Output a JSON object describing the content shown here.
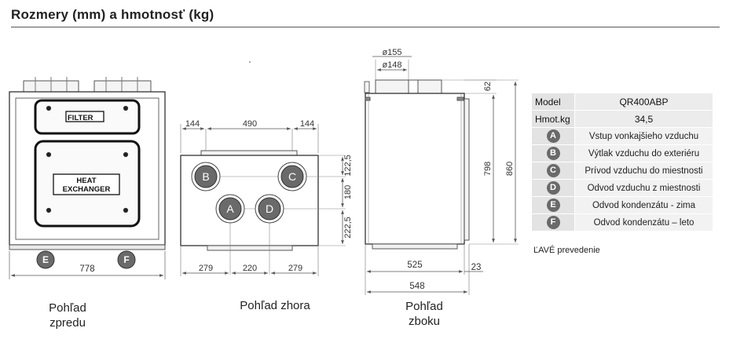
{
  "title": "Rozmery (mm) a hmotnosť  (kg)",
  "views": {
    "front": {
      "caption_line1": "Pohľad",
      "caption_line2": "zpredu",
      "filter_label": "FILTER",
      "hx_line1": "HEAT",
      "hx_line2": "EXCHANGER",
      "port_left": "E",
      "port_right": "F",
      "width_dim": "778"
    },
    "top": {
      "caption": "Pohľad zhora",
      "dim_top": [
        "144",
        "490",
        "144"
      ],
      "dim_bottom": [
        "279",
        "220",
        "279"
      ],
      "dim_right": [
        "122,5",
        "180",
        "222,5"
      ],
      "ports": [
        "B",
        "C",
        "A",
        "D"
      ]
    },
    "side": {
      "caption_line1": "Pohľad",
      "caption_line2": "zboku",
      "dia_outer": "ø155",
      "dia_inner": "ø148",
      "dim_62": "62",
      "dim_798": "798",
      "dim_860": "860",
      "dim_525": "525",
      "dim_23": "23",
      "dim_548": "548"
    }
  },
  "spec_table": {
    "model_label": "Model",
    "model_value": "QR400ABP",
    "weight_label": "Hmot.kg",
    "weight_value": "34,5",
    "legend": [
      {
        "letter": "A",
        "text": "Vstup vonkajšieho vzduchu"
      },
      {
        "letter": "B",
        "text": "Výtlak vzduchu do exteriéru"
      },
      {
        "letter": "C",
        "text": "Prívod vzduchu do miestnosti"
      },
      {
        "letter": "D",
        "text": "Odvod vzduchu z miestnosti"
      },
      {
        "letter": "E",
        "text": "Odvod kondenzátu - zima"
      },
      {
        "letter": "F",
        "text": "Odvod kondenzátu – leto"
      }
    ],
    "note": "ĽAVÉ prevedenie"
  }
}
